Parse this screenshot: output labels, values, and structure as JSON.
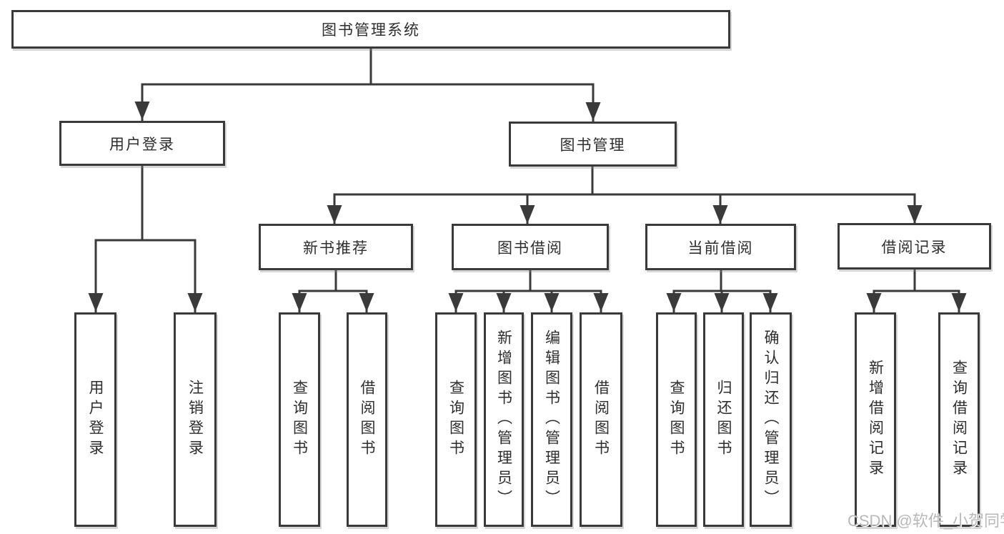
{
  "diagram": {
    "root": {
      "label": "图书管理系统"
    },
    "level2": [
      {
        "label": "用户登录"
      },
      {
        "label": "图书管理"
      }
    ],
    "level3": [
      {
        "label": "新书推荐",
        "parent": "图书管理"
      },
      {
        "label": "图书借阅",
        "parent": "图书管理"
      },
      {
        "label": "当前借阅",
        "parent": "图书管理"
      },
      {
        "label": "借阅记录",
        "parent": "图书管理"
      }
    ],
    "leaves": [
      {
        "label": "用户登录",
        "parent": "用户登录"
      },
      {
        "label": "注销登录",
        "parent": "用户登录"
      },
      {
        "label": "查询图书",
        "parent": "新书推荐"
      },
      {
        "label": "借阅图书",
        "parent": "新书推荐"
      },
      {
        "label": "查询图书",
        "parent": "图书借阅"
      },
      {
        "label": "新增图书（管理员）",
        "parent": "图书借阅"
      },
      {
        "label": "编辑图书（管理员）",
        "parent": "图书借阅"
      },
      {
        "label": "借阅图书",
        "parent": "图书借阅"
      },
      {
        "label": "查询图书",
        "parent": "当前借阅"
      },
      {
        "label": "归还图书",
        "parent": "当前借阅"
      },
      {
        "label": "确认归还（管理员）",
        "parent": "当前借阅"
      },
      {
        "label": "新增借阅记录",
        "parent": "借阅记录"
      },
      {
        "label": "查询借阅记录",
        "parent": "借阅记录"
      }
    ]
  },
  "watermark": {
    "text": "CSDN @软件_小贺同学"
  },
  "colors": {
    "line": "#3a3a3a",
    "text": "#2e2e2e",
    "background": "#ffffff",
    "watermark": "#b9b9b9"
  }
}
